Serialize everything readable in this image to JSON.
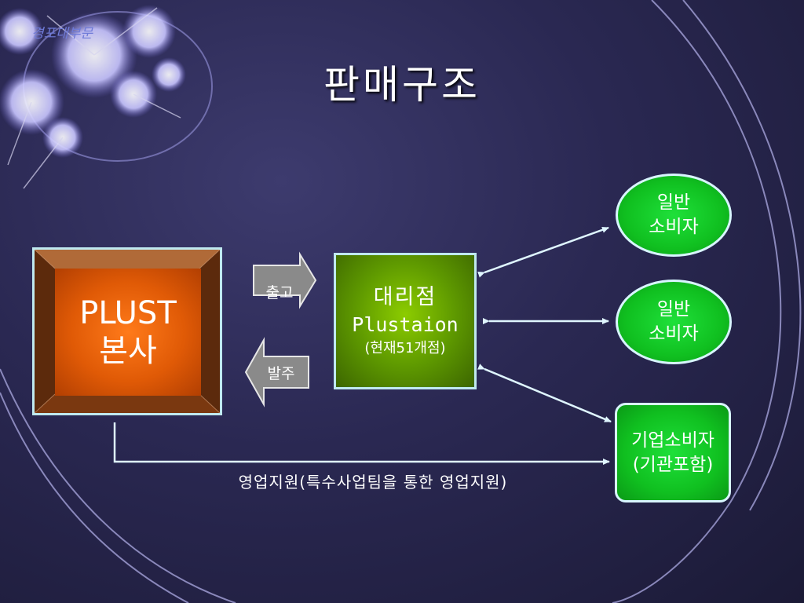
{
  "corner_label": "경포대부문",
  "title": "판매구조",
  "hq": {
    "line1": "PLUST",
    "line2": "본사"
  },
  "agency": {
    "line1": "대리점",
    "line2": "Plustaion",
    "line3": "(현재51개점)"
  },
  "arrows": {
    "shipment": "출고",
    "order": "발주"
  },
  "consumers": [
    {
      "line1": "일반",
      "line2": "소비자"
    },
    {
      "line1": "일반",
      "line2": "소비자"
    },
    {
      "line1": "기업소비자",
      "line2": "(기관포함)"
    }
  ],
  "support_label": "영업지원(특수사업팀을 통한 영업지원)",
  "colors": {
    "hq_fill": "#e05a06",
    "agency_fill": "#6fa800",
    "consumer_fill": "#10c020",
    "connector": "#dff6ff",
    "background": "#2a2852"
  },
  "icons": [
    "flower-decoration",
    "curve-decoration"
  ]
}
